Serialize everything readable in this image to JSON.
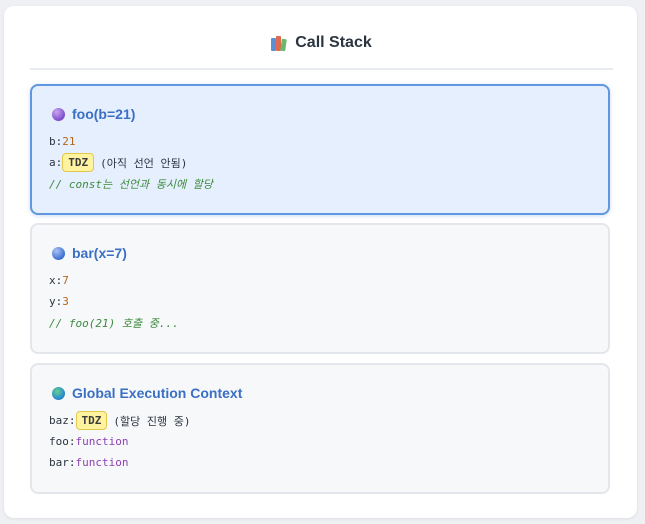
{
  "header": {
    "title": "Call Stack",
    "icon": "books-icon"
  },
  "frames": [
    {
      "name": "foo(b=21)",
      "icon": "purple-circle-icon",
      "active": true,
      "vars": {
        "b_key": "b:",
        "b_val": "21",
        "a_key": "a:",
        "a_badge": "TDZ",
        "a_note": "(아직 선언 안됨)"
      },
      "comment": "// const는 선언과 동시에 할당"
    },
    {
      "name": "bar(x=7)",
      "icon": "blue-circle-icon",
      "active": false,
      "vars": {
        "x_key": "x:",
        "x_val": "7",
        "y_key": "y:",
        "y_val": "3"
      },
      "comment": "// foo(21) 호출 중..."
    },
    {
      "name": "Global Execution Context",
      "icon": "globe-icon",
      "active": false,
      "vars": {
        "baz_key": "baz:",
        "baz_badge": "TDZ",
        "baz_note": "(할당 진행 중)",
        "foo_key": "foo:",
        "foo_val": "function",
        "bar_key": "bar:",
        "bar_val": "function"
      }
    }
  ]
}
